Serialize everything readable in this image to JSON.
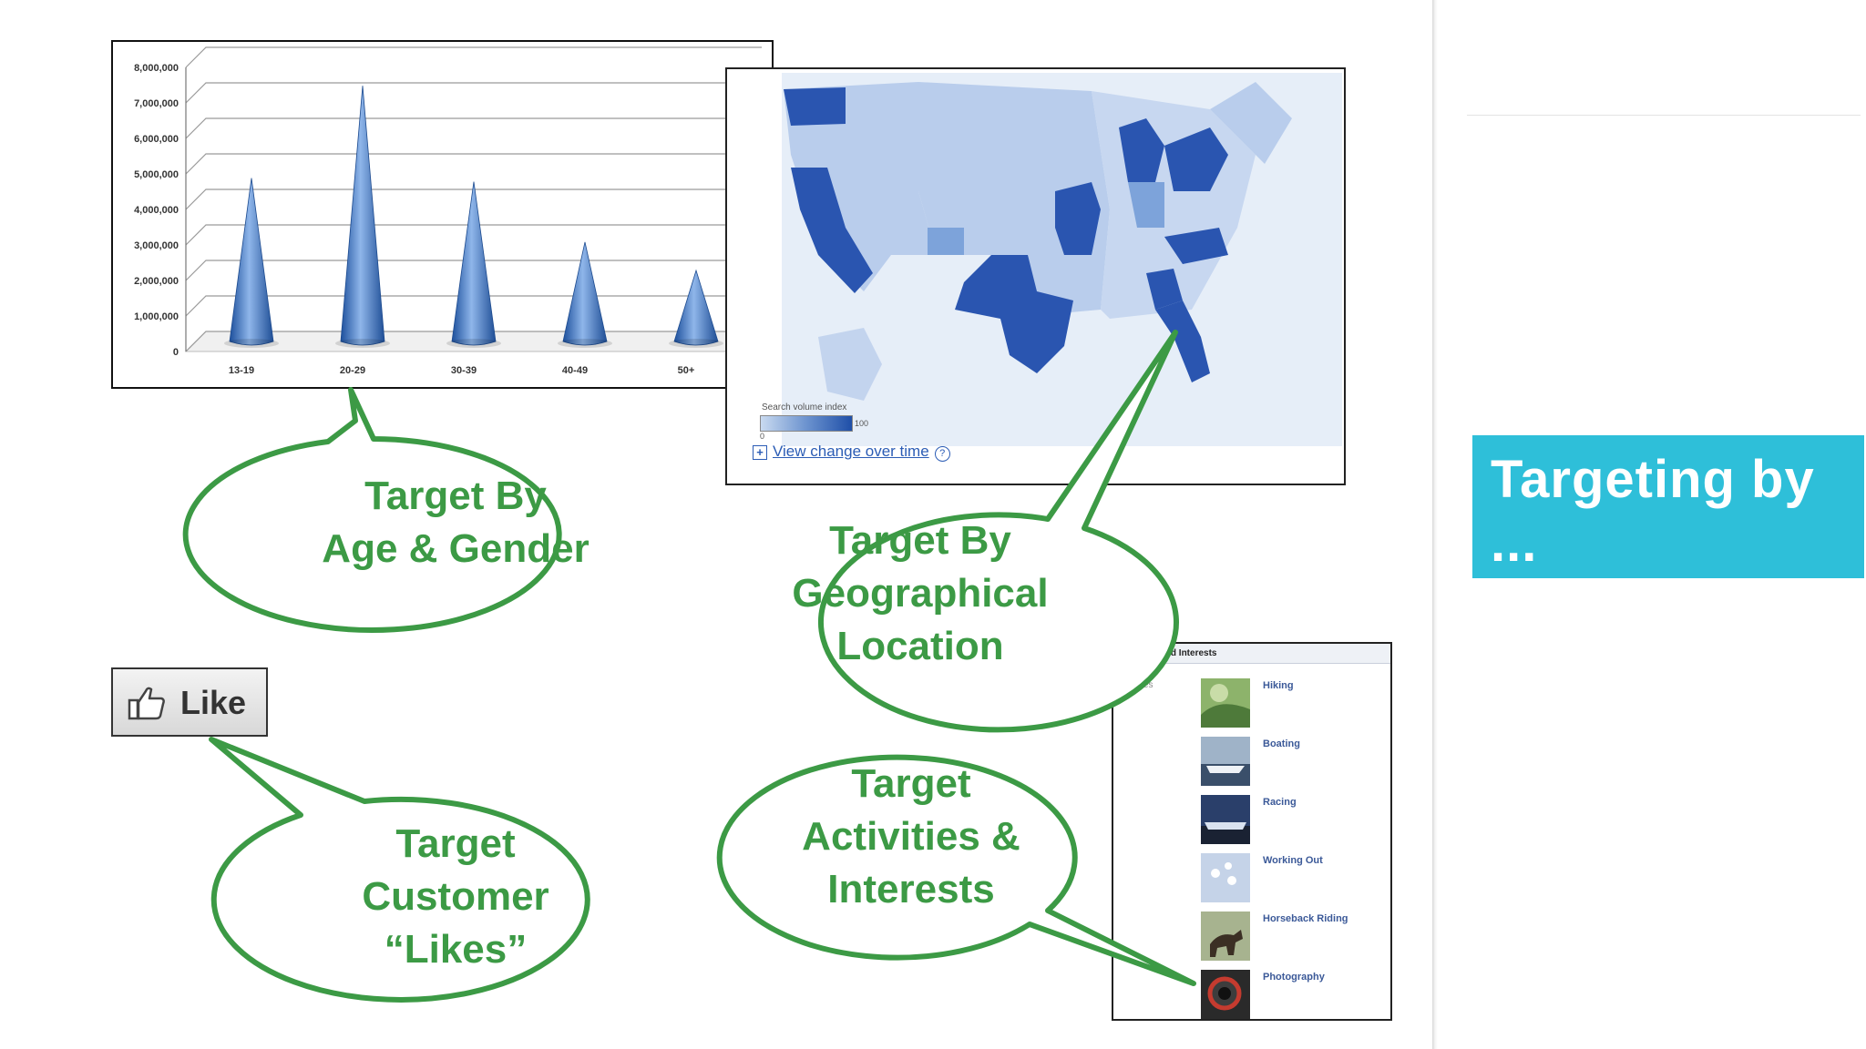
{
  "slide_title": "Targeting by ...",
  "chart_data": {
    "type": "bar",
    "categories": [
      "13-19",
      "20-29",
      "30-39",
      "40-49",
      "50+"
    ],
    "values": [
      4600000,
      7200000,
      4500000,
      2800000,
      2000000
    ],
    "y_ticks": [
      "8,000,000",
      "7,000,000",
      "6,000,000",
      "5,000,000",
      "4,000,000",
      "3,000,000",
      "2,000,000",
      "1,000,000",
      "0"
    ],
    "ylim": [
      0,
      8000000
    ],
    "grid": true,
    "color": "#3a6fbf"
  },
  "map": {
    "legend_label": "Search volume index",
    "legend_min": "0",
    "legend_max": "100",
    "link_text": "View change over time",
    "colors": {
      "light": "#b9cdec",
      "mid": "#7da3da",
      "dark": "#2a55b0"
    }
  },
  "like_button": {
    "label": "Like"
  },
  "activities": {
    "title": "Activities and Interests",
    "section": "Activities",
    "items": [
      "Hiking",
      "Boating",
      "Racing",
      "Working Out",
      "Horseback Riding",
      "Photography"
    ]
  },
  "bubbles": {
    "age_gender": [
      "Target By",
      "Age & Gender"
    ],
    "geo": [
      "Target By",
      "Geographical",
      "Location"
    ],
    "likes": [
      "Target",
      "Customer",
      "“Likes”"
    ],
    "activities": [
      "Target",
      "Activities &",
      "Interests"
    ],
    "color": "#3c9a45"
  }
}
